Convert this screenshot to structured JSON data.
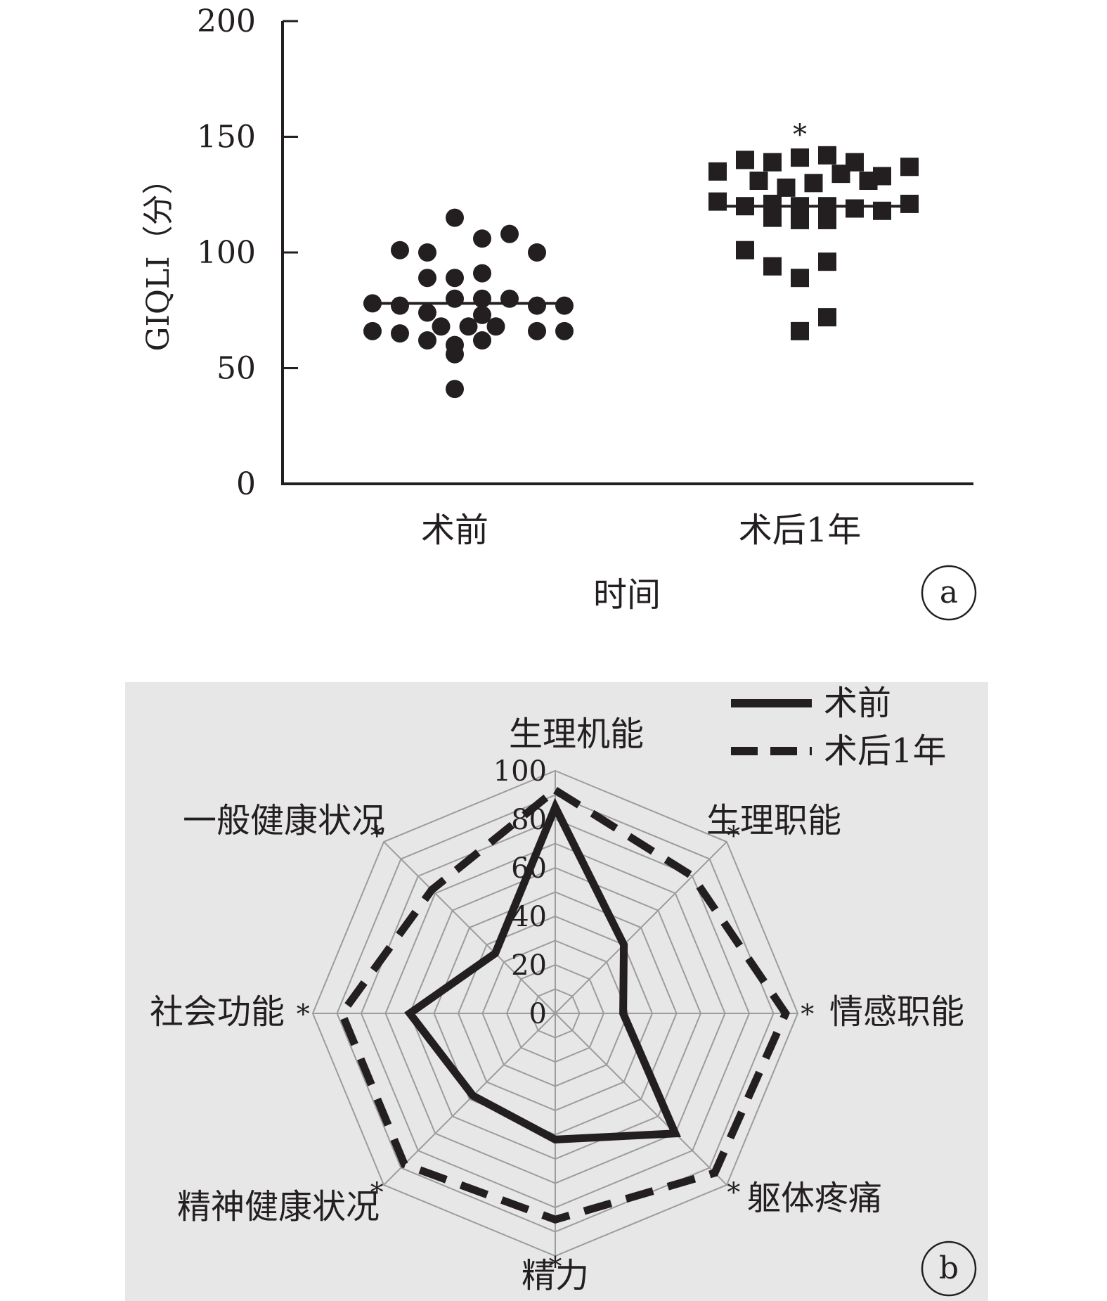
{
  "chart_data": [
    {
      "panel_label": "a",
      "type": "scatter",
      "xlabel": "时间",
      "ylabel": "GIQLI（分）",
      "ylim": [
        0,
        200
      ],
      "yticks": [
        "0",
        "50",
        "100",
        "150",
        "200"
      ],
      "categories": [
        "术前",
        "术后1年"
      ],
      "grid": false,
      "series": [
        {
          "category": "术前",
          "marker": "circle",
          "median": 78,
          "points": [
            [
              -1,
              101
            ],
            [
              -0.5,
              100
            ],
            [
              0,
              115
            ],
            [
              0.5,
              106
            ],
            [
              1,
              108
            ],
            [
              1.5,
              100
            ],
            [
              -0.5,
              89
            ],
            [
              0,
              89
            ],
            [
              0.5,
              91
            ],
            [
              -1.5,
              78
            ],
            [
              -1,
              77
            ],
            [
              0,
              80
            ],
            [
              0.5,
              80
            ],
            [
              1,
              80
            ],
            [
              1.5,
              77
            ],
            [
              2,
              77
            ],
            [
              -0.5,
              74
            ],
            [
              0.5,
              73
            ],
            [
              -0.25,
              68
            ],
            [
              0.25,
              68
            ],
            [
              0.75,
              68
            ],
            [
              -1.5,
              66
            ],
            [
              -1,
              65
            ],
            [
              -0.5,
              62
            ],
            [
              0.5,
              62
            ],
            [
              1.5,
              66
            ],
            [
              2,
              66
            ],
            [
              0,
              60
            ],
            [
              0,
              56
            ],
            [
              0,
              41
            ]
          ]
        },
        {
          "category": "术后1年",
          "marker": "square",
          "median": 120,
          "annotation": "*",
          "points": [
            [
              -1.5,
              135
            ],
            [
              -1,
              140
            ],
            [
              -0.5,
              139
            ],
            [
              0,
              141
            ],
            [
              0.5,
              142
            ],
            [
              1,
              139
            ],
            [
              1.5,
              133
            ],
            [
              2,
              137
            ],
            [
              -0.75,
              131
            ],
            [
              -0.25,
              128
            ],
            [
              0.25,
              130
            ],
            [
              0.75,
              134
            ],
            [
              1.25,
              131
            ],
            [
              -1.5,
              122
            ],
            [
              -1,
              120
            ],
            [
              -0.5,
              121
            ],
            [
              0,
              120
            ],
            [
              0.5,
              120
            ],
            [
              1,
              119
            ],
            [
              1.5,
              118
            ],
            [
              2,
              121
            ],
            [
              -0.5,
              115
            ],
            [
              0,
              114
            ],
            [
              0.5,
              114
            ],
            [
              -1,
              101
            ],
            [
              -0.5,
              94
            ],
            [
              0,
              89
            ],
            [
              0.5,
              96
            ],
            [
              0,
              66
            ],
            [
              0.5,
              72
            ]
          ]
        }
      ]
    },
    {
      "panel_label": "b",
      "type": "radar",
      "ylim": [
        0,
        100
      ],
      "rings": [
        0,
        10,
        20,
        30,
        40,
        50,
        60,
        70,
        80,
        90,
        100
      ],
      "tick_labels": [
        "0",
        "20",
        "40",
        "60",
        "80",
        "100"
      ],
      "axes": [
        "生理机能",
        "生理职能",
        "情感职能",
        "躯体疼痛",
        "精力",
        "精神健康状况",
        "社会功能",
        "一般健康状况"
      ],
      "significance": [
        "",
        "*",
        "*",
        "*",
        "*",
        "*",
        "*",
        "*"
      ],
      "legend_placement": "top-right",
      "series": [
        {
          "name": "术前",
          "line_style": "solid",
          "values": [
            85,
            40,
            28,
            70,
            52,
            48,
            60,
            35
          ]
        },
        {
          "name": "术后1年",
          "line_style": "dashed",
          "values": [
            92,
            80,
            95,
            93,
            85,
            88,
            88,
            72
          ]
        }
      ]
    }
  ]
}
